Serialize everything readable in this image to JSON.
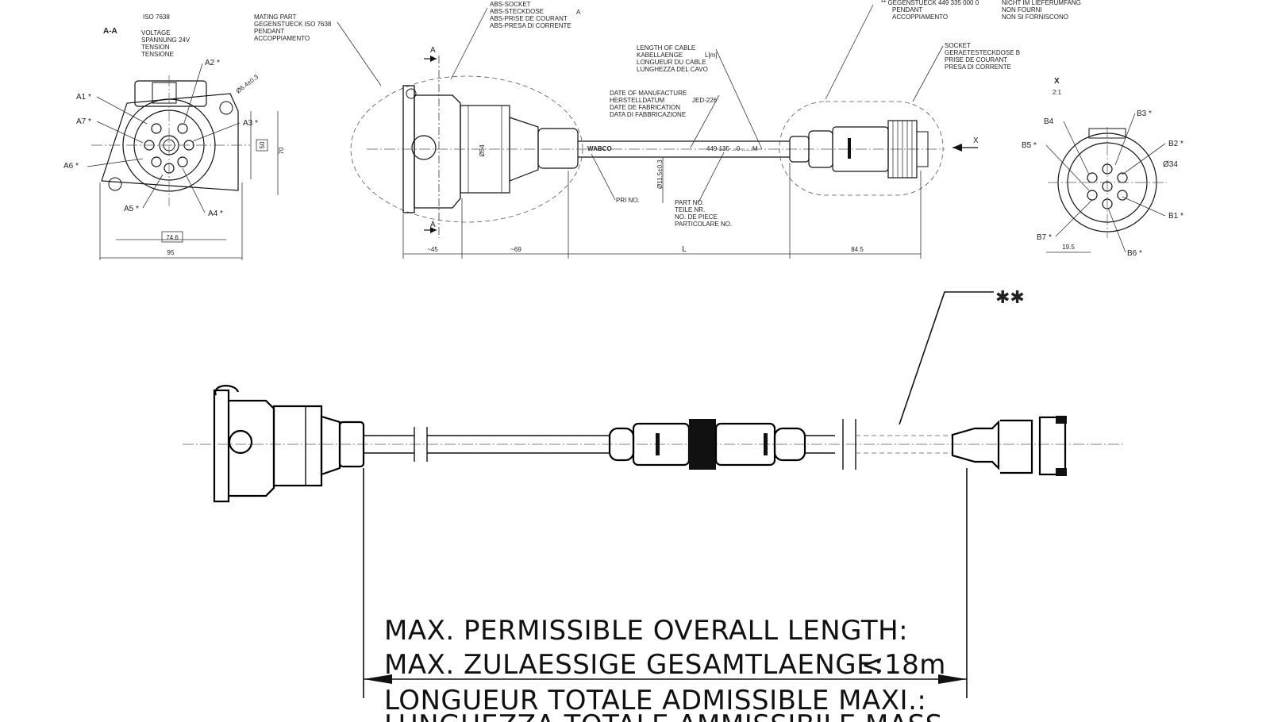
{
  "view_aa": {
    "section_label": "A-A",
    "iso_top": "ISO 7638",
    "voltage_lines": [
      "VOLTAGE",
      "SPANNUNG   24V",
      "TENSION",
      "TENSIONE"
    ],
    "pins": [
      "A1 *",
      "A2 *",
      "A3 *",
      "A4 *",
      "A5 *",
      "A6 *",
      "A7 *"
    ],
    "hole_dia": "Ø6.4±0.3",
    "dim_50": "50",
    "dim_70": "70",
    "dim_74_6": "74.6",
    "dim_95": "95"
  },
  "mating_part": {
    "lines": [
      "MATING PART",
      "GEGENSTUECK    ISO 7638",
      "PENDANT",
      "ACCOPPIAMENTO"
    ]
  },
  "abs_socket": {
    "lines": [
      "ABS-SOCKET",
      "ABS-STECKDOSE",
      "ABS-PRISE DE COURANT",
      "ABS-PRESA DI CORRENTE"
    ],
    "letter": "A"
  },
  "cable": {
    "length_lines": [
      "LENGTH OF CABLE",
      "KABELLAENGE",
      "LONGUEUR DU CABLE",
      "LUNGHEZZA DEL CAVO"
    ],
    "length_unit": "L[m]",
    "date_lines": [
      "DATE OF MANUFACTURE",
      "HERSTELLDATUM",
      "DATE DE FABRICATION",
      "DATA DI FABBRICAZIONE"
    ],
    "date_code": "JED-226",
    "part_lines": [
      "PART NO.",
      "TEILE NR.",
      "NO. DE PIECE",
      "PARTICOLARE NO."
    ],
    "brand": "WABCO",
    "part_marking": "449 135 ...0 ......M",
    "pri_no": "PRI NO.",
    "dia_cable": "Ø11.5±0.3",
    "dia_54": "Ø54"
  },
  "counterpart": {
    "lines": [
      "** GEGENSTUECK    449 335 000 0",
      "PENDANT",
      "ACCOPPIAMENTO"
    ],
    "supply_lines": [
      "NICHT IM LIEFERUMFANG",
      "NON FOURNI",
      "NON SI FORNISCONO"
    ]
  },
  "socket_b": {
    "lines": [
      "SOCKET",
      "GERAETESTECKDOSE    B",
      "PRISE DE COURANT",
      "PRESA DI CORRENTE"
    ]
  },
  "view_x": {
    "label": "X",
    "scale": "2:1",
    "pins": [
      "B1 *",
      "B2 *",
      "B3 *",
      "B4",
      "B5 *",
      "B6 *",
      "B7 *"
    ],
    "dia": "Ø34",
    "dim_19_5": "19.5",
    "arrow_label": "X"
  },
  "section_marks": [
    "A",
    "A"
  ],
  "dims_top": {
    "d45": "~45",
    "d69": "~69",
    "L": "L",
    "d84_5": "84.5"
  },
  "lower": {
    "double_star": "✱✱",
    "max_length_lines": [
      "MAX. PERMISSIBLE OVERALL LENGTH:",
      "MAX. ZULAESSIGE GESAMTLAENGE:",
      "LONGUEUR TOTALE ADMISSIBLE MAXI.:",
      "LUNGHEZZA TOTALE AMMISSIBILE MASS."
    ],
    "max_value": "<18m"
  }
}
